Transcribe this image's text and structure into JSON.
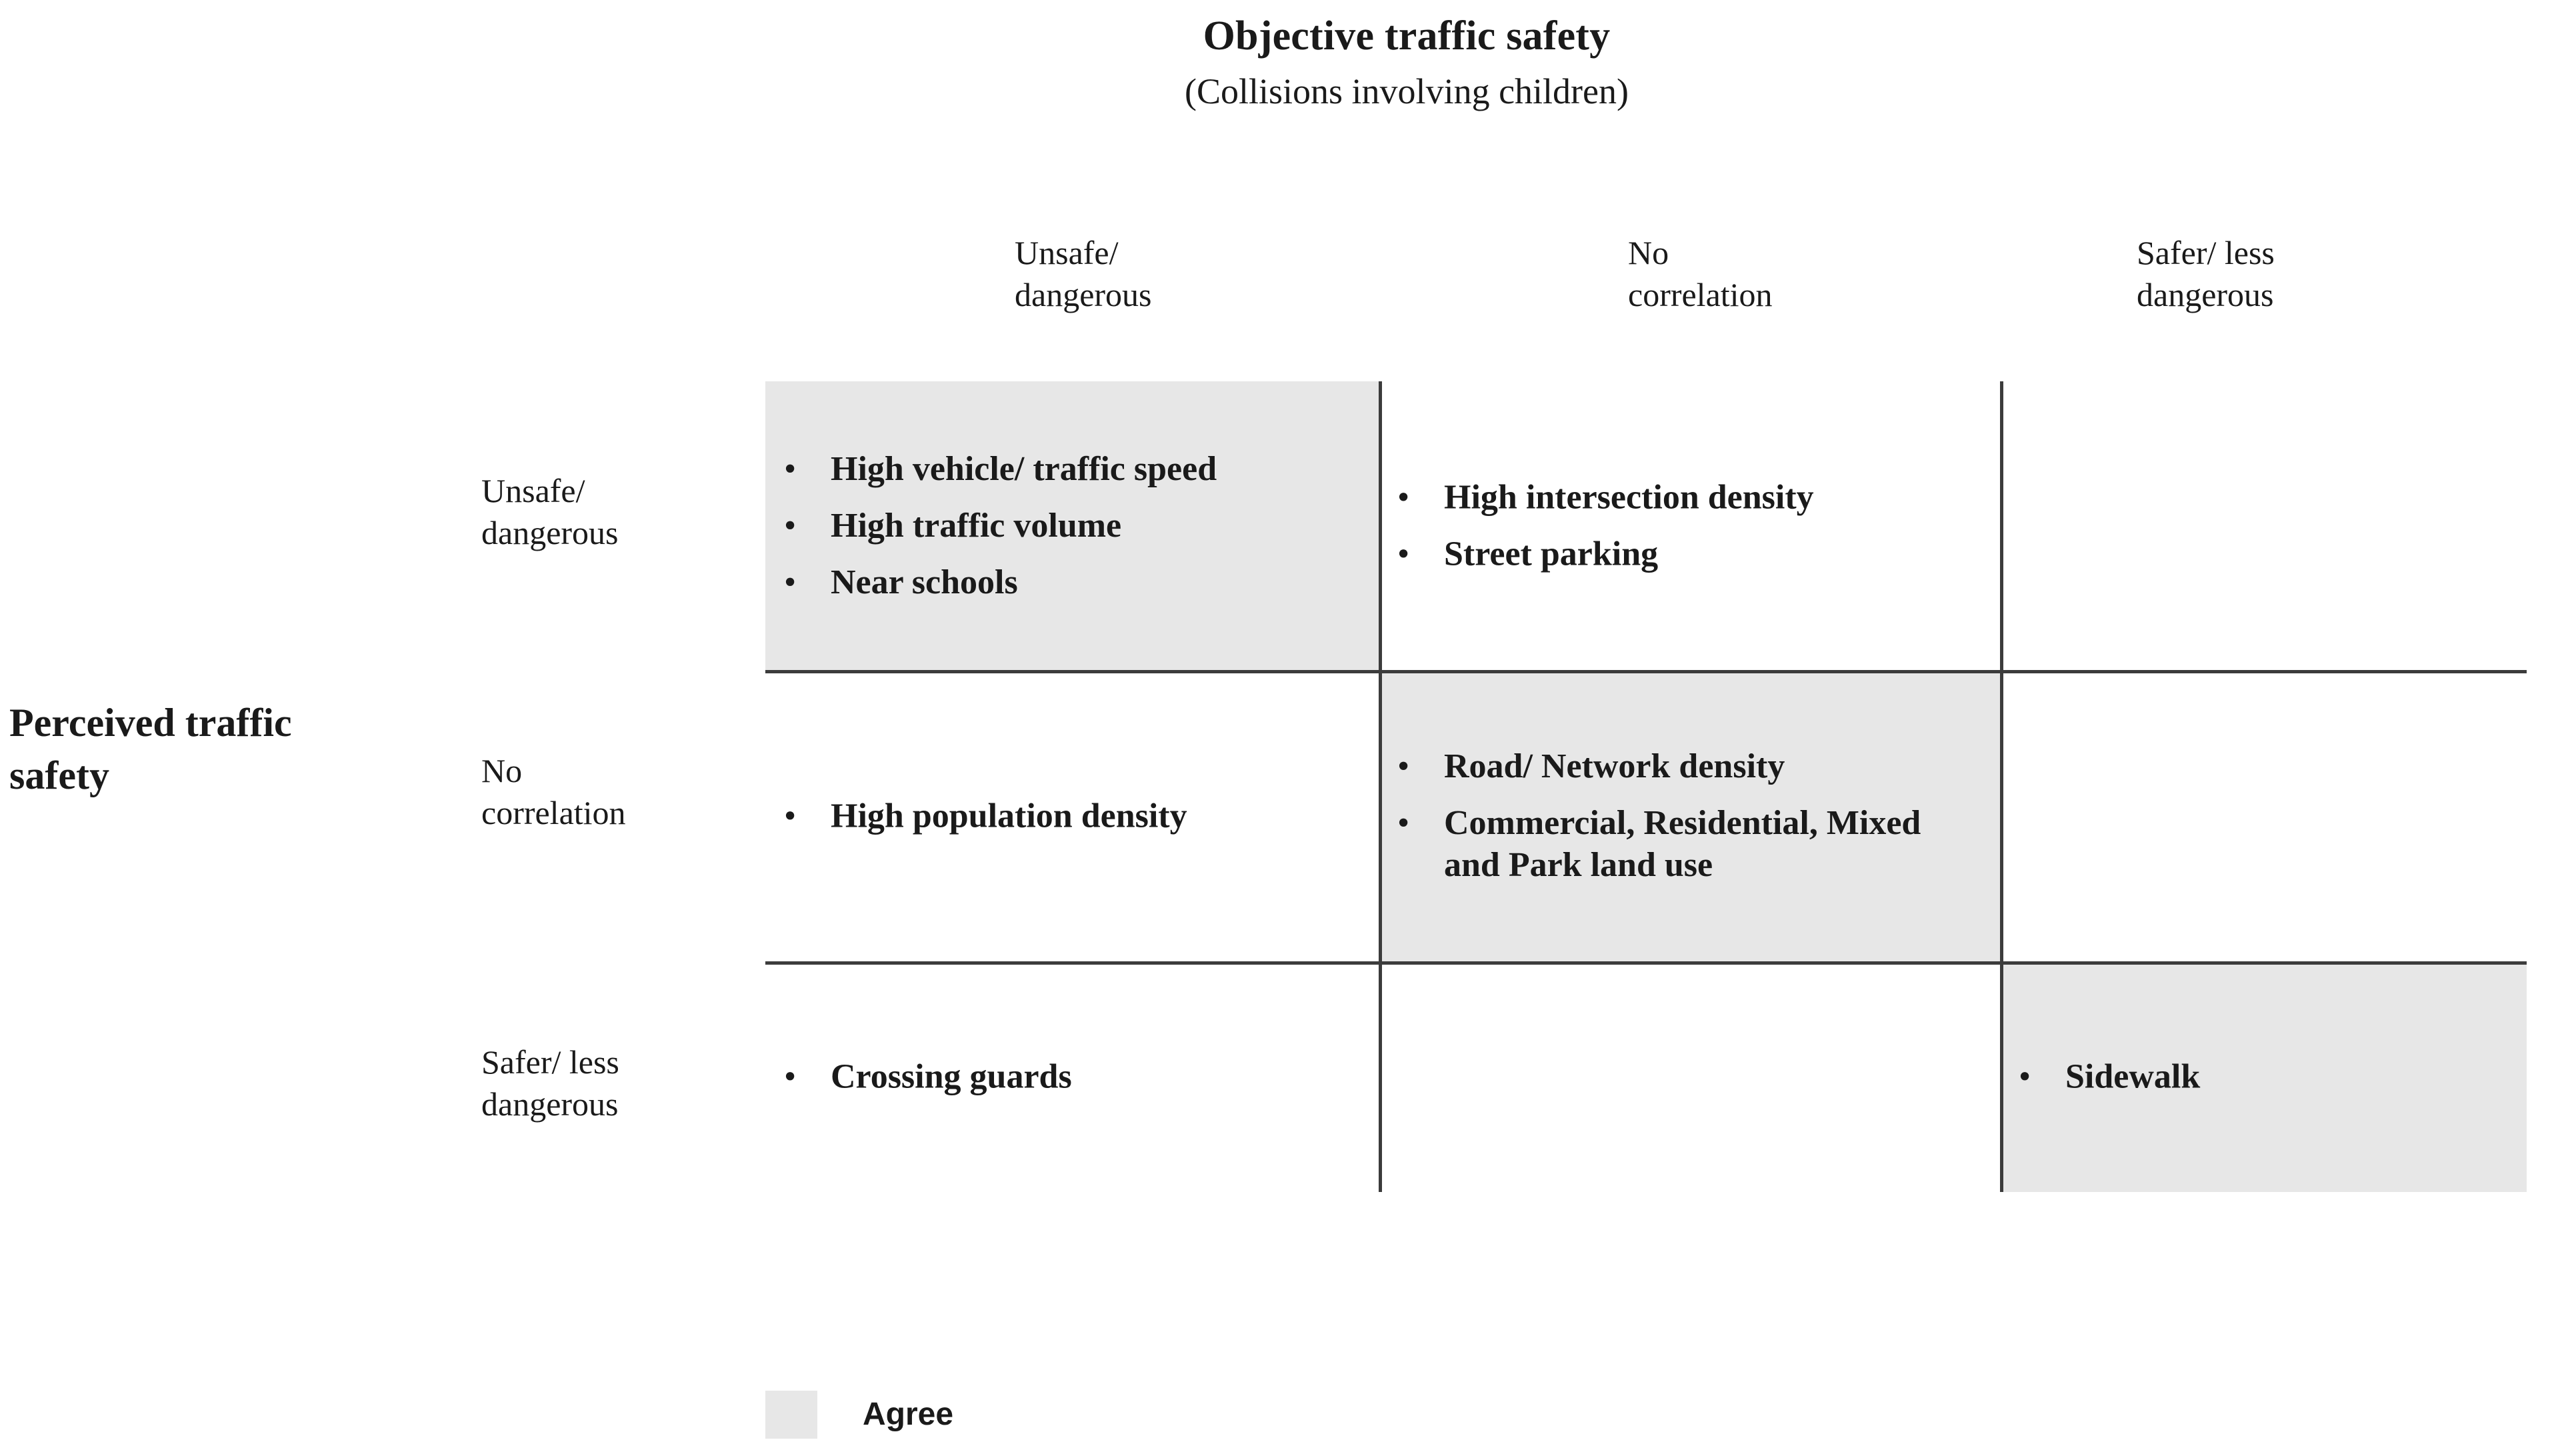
{
  "title": {
    "main": "Objective traffic safety",
    "sub": "(Collisions involving children)"
  },
  "axes": {
    "y_title": "Perceived traffic\nsafety",
    "column_headers": [
      "Unsafe/\ndangerous",
      "No\ncorrelation",
      "Safer/ less\ndangerous"
    ],
    "row_headers": [
      "Unsafe/\ndangerous",
      "No\ncorrelation",
      "Safer/ less\ndangerous"
    ]
  },
  "legend": {
    "label": "Agree",
    "swatch_color": "#e7e7e7"
  },
  "matrix": {
    "bullet_glyph": "•",
    "shaded_color": "#e7e7e7",
    "rule_color": "#3c3c3c",
    "cells": [
      {
        "row": "Unsafe/ dangerous",
        "col": "Unsafe/ dangerous",
        "shaded": true,
        "items": [
          "High vehicle/ traffic speed",
          "High traffic volume",
          "Near schools"
        ]
      },
      {
        "row": "Unsafe/ dangerous",
        "col": "No correlation",
        "shaded": false,
        "items": [
          "High intersection density",
          "Street parking"
        ]
      },
      {
        "row": "Unsafe/ dangerous",
        "col": "Safer/ less dangerous",
        "shaded": false,
        "items": []
      },
      {
        "row": "No correlation",
        "col": "Unsafe/ dangerous",
        "shaded": false,
        "items": [
          "High population density"
        ]
      },
      {
        "row": "No correlation",
        "col": "No correlation",
        "shaded": true,
        "items": [
          "Road/ Network density",
          "Commercial, Residential, Mixed and Park land use"
        ]
      },
      {
        "row": "No correlation",
        "col": "Safer/ less dangerous",
        "shaded": false,
        "items": []
      },
      {
        "row": "Safer/ less dangerous",
        "col": "Unsafe/ dangerous",
        "shaded": false,
        "items": [
          "Crossing guards"
        ]
      },
      {
        "row": "Safer/ less dangerous",
        "col": "No correlation",
        "shaded": false,
        "items": []
      },
      {
        "row": "Safer/ less dangerous",
        "col": "Safer/ less dangerous",
        "shaded": true,
        "items": [
          "Sidewalk"
        ]
      }
    ]
  }
}
